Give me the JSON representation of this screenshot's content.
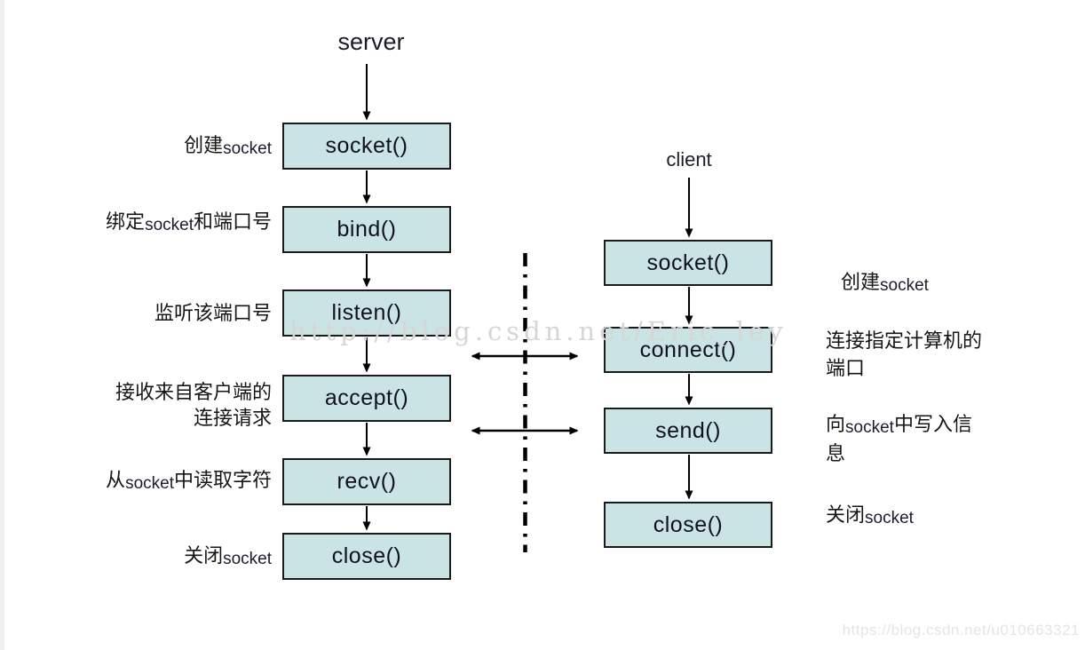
{
  "colors": {
    "box_fill": "#cae3e5",
    "box_border": "#1a1a1a",
    "arrow": "#000000",
    "watermark_center": "#d6d6d6",
    "watermark_corner": "#e5e5e5"
  },
  "watermarks": {
    "center": "http://blog.csdn.net/Eric_ley",
    "corner": "https://blog.csdn.net/u010663321"
  },
  "server": {
    "title": "server",
    "boxes": [
      "socket()",
      "bind()",
      "listen()",
      "accept()",
      "recv()",
      "close()"
    ],
    "labels": [
      {
        "pre": "创建",
        "latin": "socket",
        "post": ""
      },
      {
        "pre": "绑定",
        "latin": "socket",
        "post": "和端口号"
      },
      {
        "pre": "监听该端口号",
        "latin": "",
        "post": ""
      },
      {
        "line1": "接收来自客户端的",
        "line2": "连接请求"
      },
      {
        "pre": "从",
        "latin": "socket",
        "post": "中读取字符"
      },
      {
        "pre": "关闭",
        "latin": "socket",
        "post": ""
      }
    ]
  },
  "client": {
    "title": "client",
    "boxes": [
      "socket()",
      "connect()",
      "send()",
      "close()"
    ],
    "labels": [
      {
        "pre": "创建",
        "latin": "socket",
        "post": ""
      },
      {
        "line1": "连接指定计算机的",
        "line2": "端口"
      },
      {
        "pre": "向",
        "latin": "socket",
        "post": "中写入信",
        "line2": "息"
      },
      {
        "pre": "关闭",
        "latin": "socket",
        "post": ""
      }
    ]
  }
}
